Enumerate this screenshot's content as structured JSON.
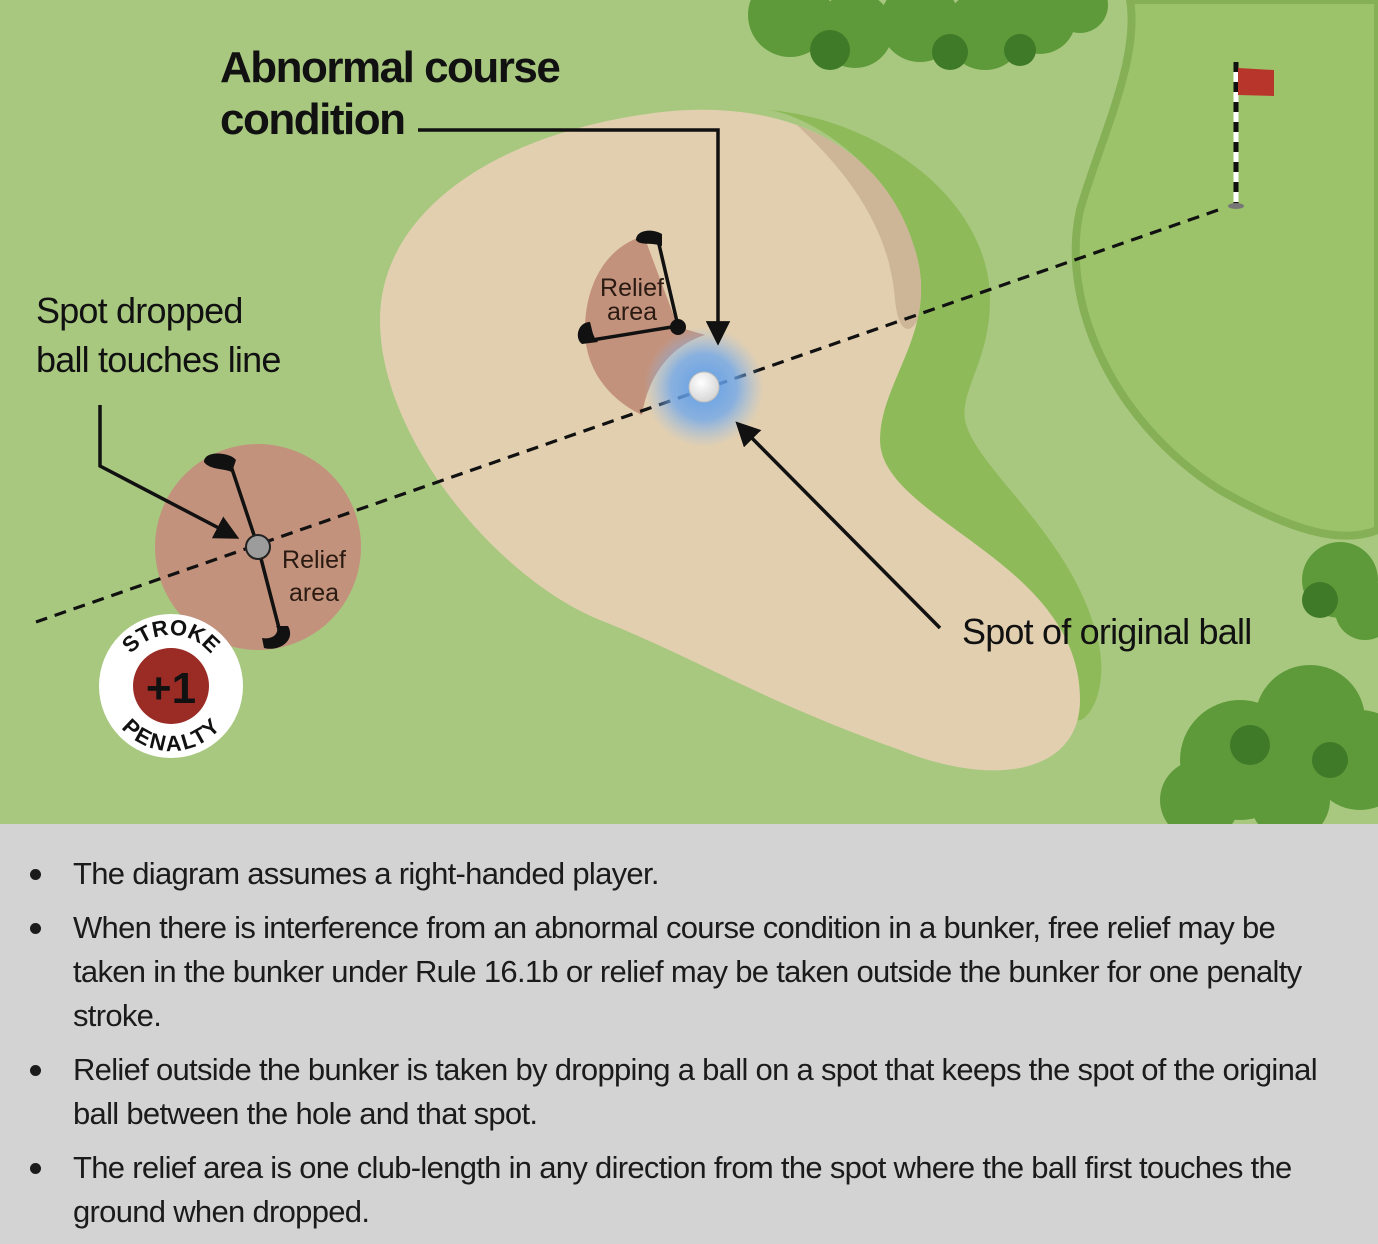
{
  "labels": {
    "abnormal_condition_line1": "Abnormal course",
    "abnormal_condition_line2": "condition",
    "spot_dropped_line1": "Spot dropped",
    "spot_dropped_line2": "ball touches line",
    "spot_original": "Spot of original ball",
    "relief_area_line1": "Relief",
    "relief_area_line2": "area"
  },
  "badge": {
    "top": "STROKE",
    "value": "+1",
    "bottom": "PENALTY"
  },
  "notes": [
    "The diagram assumes a right-handed player.",
    "When there is interference from an abnormal course condition in a bunker, free relief may be taken in the bunker under Rule 16.1b or relief may be taken outside the bunker for one penalty stroke.",
    "Relief outside the bunker is taken by dropping a ball on a spot that keeps the spot of the original ball between the hole and that spot.",
    "The relief area is one club-length in any direction from the spot where the ball first touches the ground when dropped."
  ],
  "colors": {
    "fairway": "#a8c880",
    "green": "#99c068",
    "sand": "#e2cfb0",
    "relief": "#c3927c",
    "flag": "#b8352c",
    "penalty": "#9a2b25",
    "notes_bg": "#d3d3d3"
  }
}
